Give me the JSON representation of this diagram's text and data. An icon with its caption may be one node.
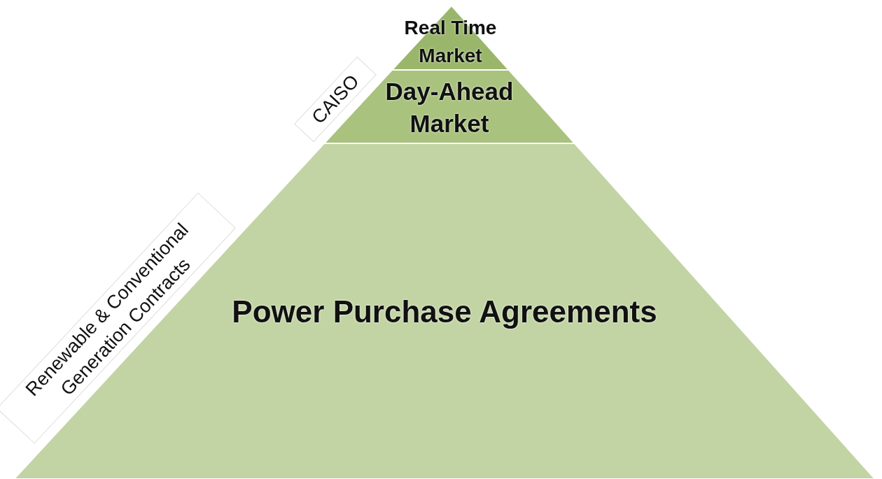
{
  "diagram": {
    "nodes": [
      {
        "text": [
          "Real Time Market"
        ]
      },
      {
        "text": [
          "Day-Ahead Market"
        ]
      },
      {
        "text": [
          "Power Purchase Agreements"
        ]
      }
    ],
    "labels": [
      "CAISO",
      "Renewable & Conventional Generation Contracts"
    ]
  }
}
